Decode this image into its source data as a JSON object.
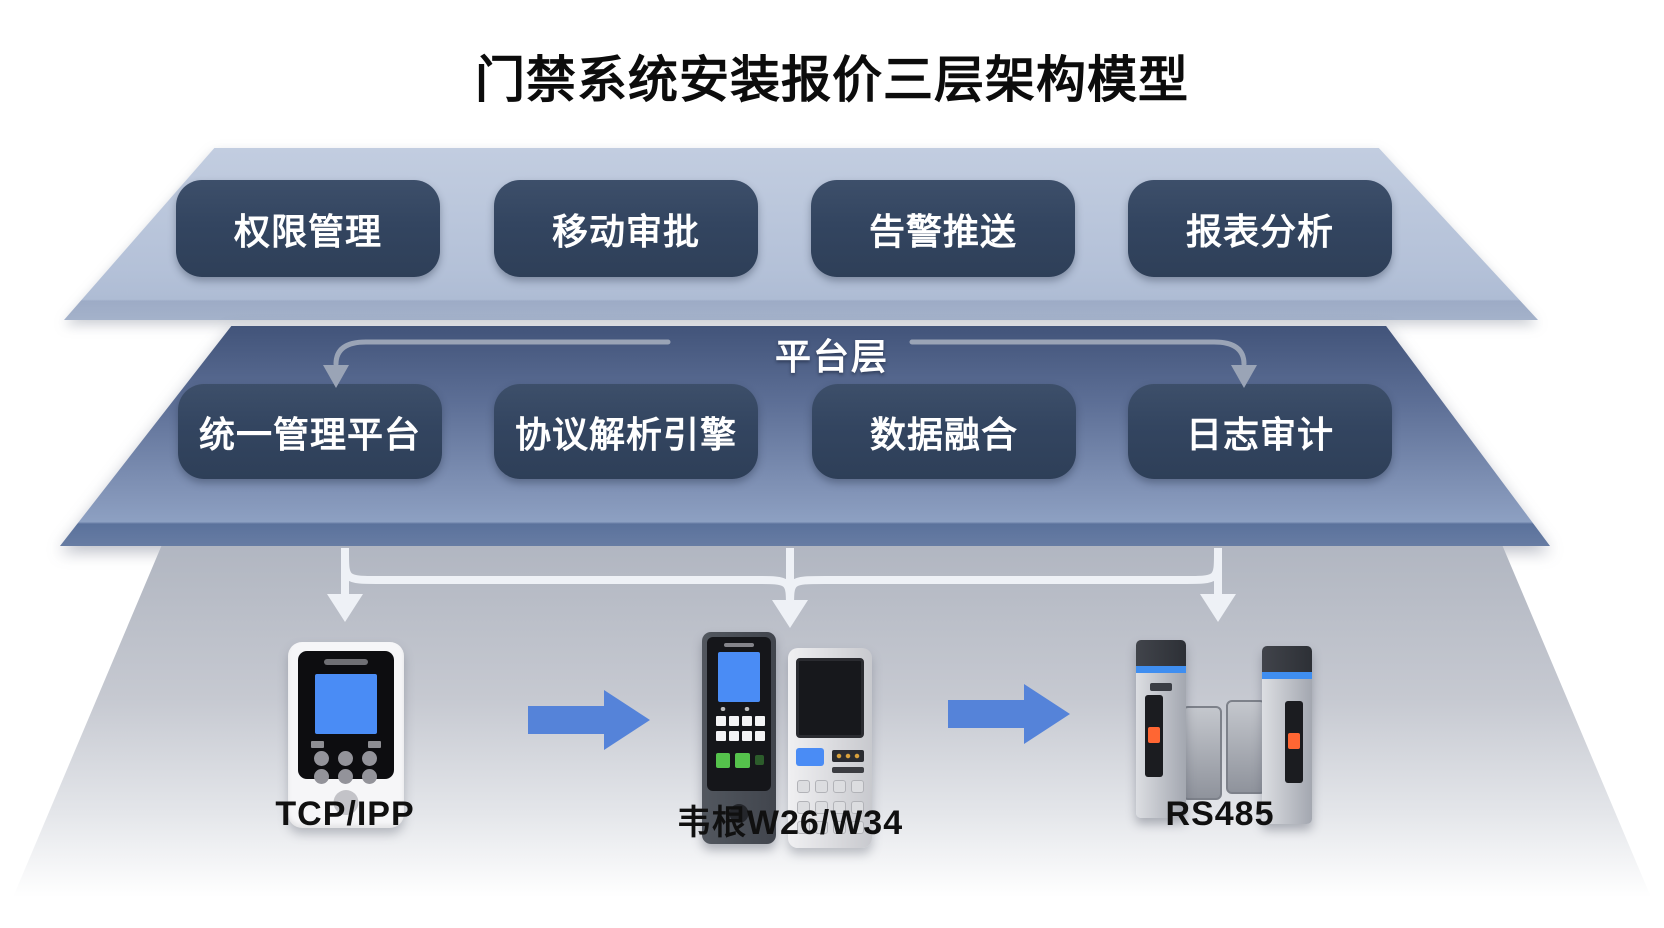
{
  "title": "门禁系统安装报价三层架构模型",
  "layers": {
    "application": {
      "modules": [
        "权限管理",
        "移动审批",
        "告警推送",
        "报表分析"
      ]
    },
    "platform": {
      "label": "平台层",
      "modules": [
        "统一管理平台",
        "协议解析引擎",
        "数据融合",
        "日志审计"
      ]
    },
    "device": {
      "items": [
        {
          "label": "TCP/IPP",
          "icon": "access-reader-icon"
        },
        {
          "label": "韦根W26/W34",
          "icon": "reader-and-keypad-icon"
        },
        {
          "label": "RS485",
          "icon": "turnstile-gate-icon"
        }
      ]
    }
  },
  "colors": {
    "top_layer": "#b9c5db",
    "middle_layer_top": "#42547a",
    "middle_layer_bottom": "#8da0c2",
    "middle_layer_edge": "#5b729c",
    "bottom_layer": "#b1b6c1",
    "module_pill": "#33455f",
    "pill_text": "#ffffff",
    "title_text": "#0c0c0c",
    "flow_arrow_blue": "#5583d9",
    "connector_white": "#eef1f6",
    "connector_gray": "#9aa4b6",
    "device_screen_blue": "#4a8cf5",
    "turnstile_led_blue": "#3f8ef0",
    "turnstile_indicator_orange": "#ff6633"
  }
}
